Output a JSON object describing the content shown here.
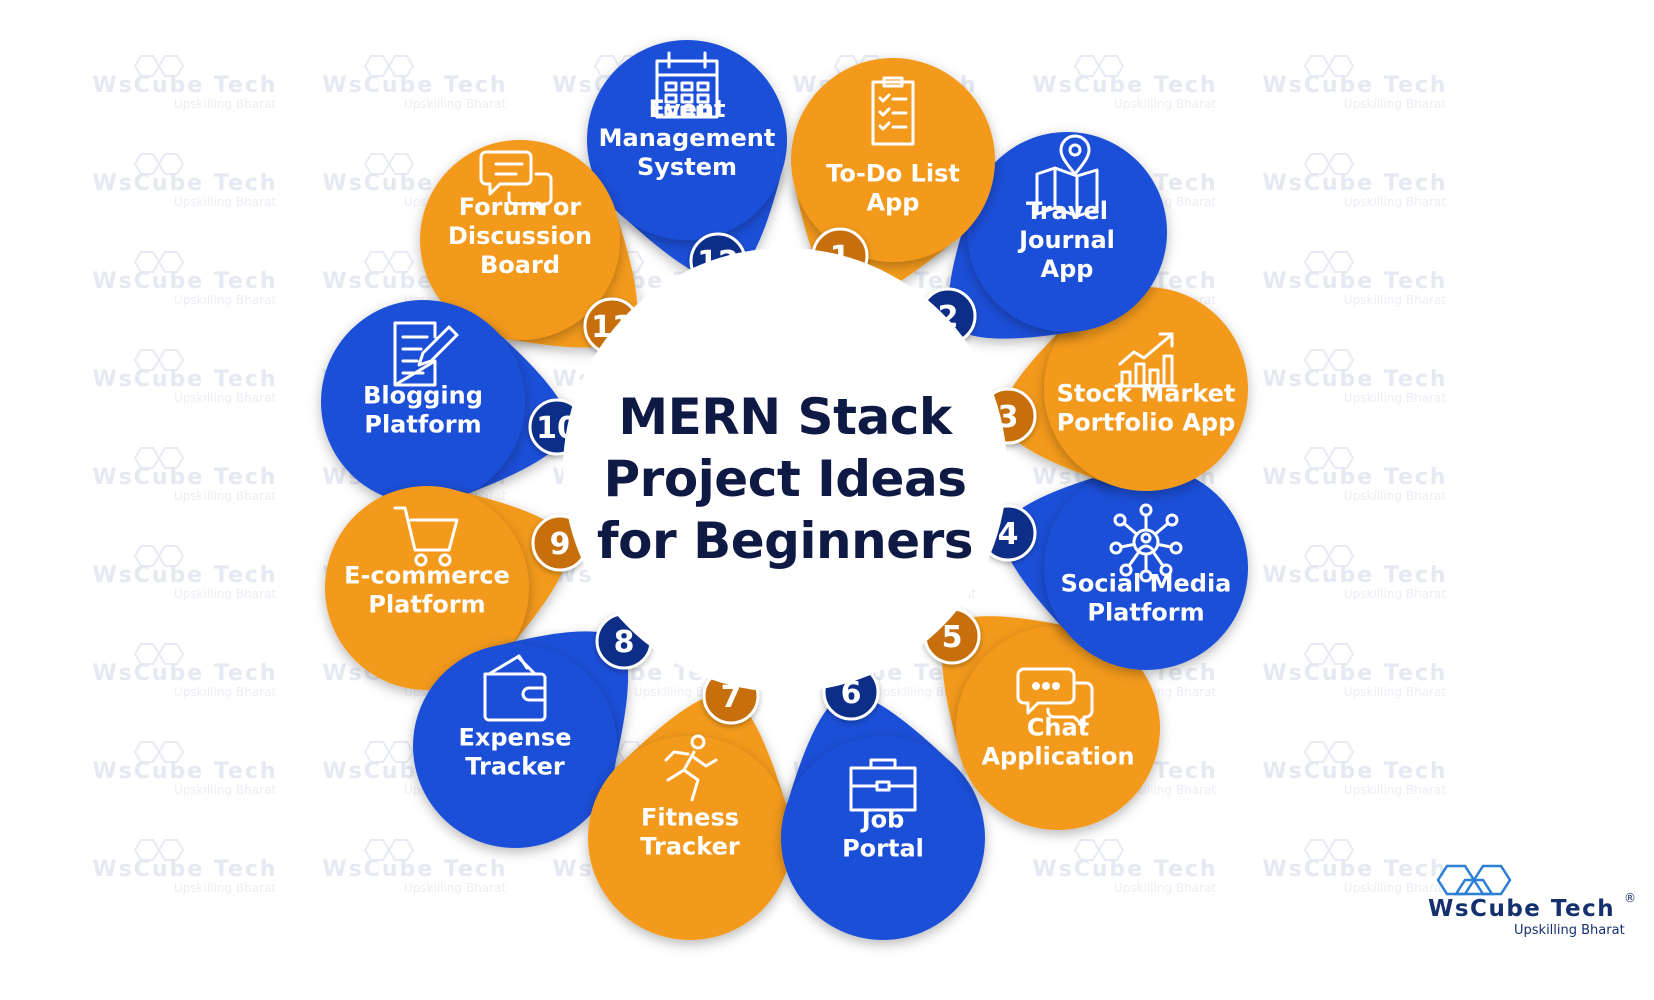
{
  "title": {
    "lines": [
      "MERN Stack",
      "Project Ideas",
      "for Beginners"
    ]
  },
  "projects": [
    {
      "number": "1",
      "lines": [
        "To-Do List",
        "App"
      ],
      "icon": "clipboard-checklist-icon",
      "color": "orange"
    },
    {
      "number": "2",
      "lines": [
        "Travel",
        "Journal",
        "App"
      ],
      "icon": "map-pin-icon",
      "color": "blue"
    },
    {
      "number": "3",
      "lines": [
        "Stock Market",
        "Portfolio App"
      ],
      "icon": "bar-chart-growth-icon",
      "color": "orange"
    },
    {
      "number": "4",
      "lines": [
        "Social Media",
        "Platform"
      ],
      "icon": "network-people-icon",
      "color": "blue"
    },
    {
      "number": "5",
      "lines": [
        "Chat",
        "Application"
      ],
      "icon": "chat-bubbles-icon",
      "color": "orange"
    },
    {
      "number": "6",
      "lines": [
        "Job",
        "Portal"
      ],
      "icon": "briefcase-icon",
      "color": "blue"
    },
    {
      "number": "7",
      "lines": [
        "Fitness",
        "Tracker"
      ],
      "icon": "running-person-icon",
      "color": "orange"
    },
    {
      "number": "8",
      "lines": [
        "Expense",
        "Tracker"
      ],
      "icon": "wallet-icon",
      "color": "blue"
    },
    {
      "number": "9",
      "lines": [
        "E-commerce",
        "Platform"
      ],
      "icon": "shopping-cart-icon",
      "color": "orange"
    },
    {
      "number": "10",
      "lines": [
        "Blogging",
        "Platform"
      ],
      "icon": "edit-document-icon",
      "color": "blue"
    },
    {
      "number": "11",
      "lines": [
        "Forum or",
        "Discussion",
        "Board"
      ],
      "icon": "discussion-bubbles-icon",
      "color": "orange"
    },
    {
      "number": "12",
      "lines": [
        "Event",
        "Management",
        "System"
      ],
      "icon": "calendar-icon",
      "color": "blue"
    }
  ],
  "colors": {
    "orange": "#f39a1a",
    "blue": "#1f4fd8",
    "orangeBadge": "#c76e0d",
    "blueBadge": "#0e2f86",
    "title": "#0f1a44"
  },
  "brand": {
    "name": "WsCube Tech",
    "registered": "®",
    "tagline": "Upskilling Bharat"
  }
}
